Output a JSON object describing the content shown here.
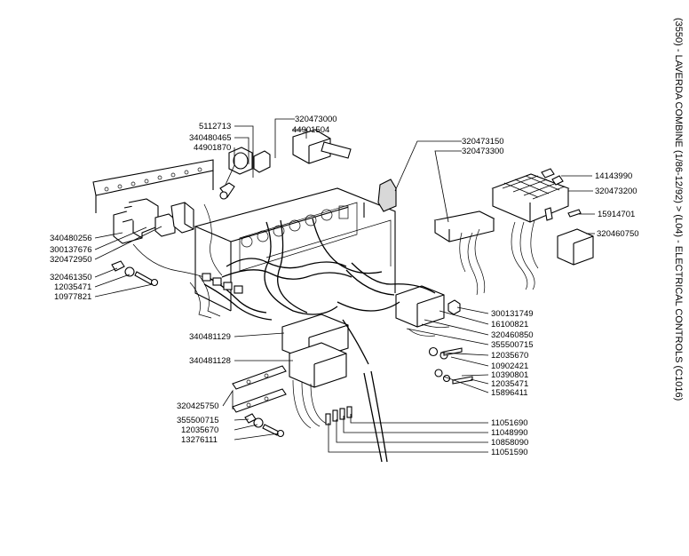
{
  "title": "(3550) - LAVERDA COMBINE (1/86-12/92) > (L04) - ELECTRICAL CONTROLS (C1016)",
  "part_labels": [
    "320473000",
    "5112713",
    "340480465",
    "44901504",
    "44901870",
    "320473150",
    "320473300",
    "14143990",
    "320473200",
    "15914701",
    "320460750",
    "340480256",
    "300137676",
    "320472950",
    "320461350",
    "12035471",
    "10977821",
    "300131749",
    "16100821",
    "320460850",
    "355500715",
    "340481129",
    "12035670",
    "10902421",
    "10390801",
    "340481128",
    "12035471",
    "15896411",
    "320425750",
    "355500715",
    "12035670",
    "13276111",
    "11051690",
    "11048990",
    "10858090",
    "11051590"
  ]
}
